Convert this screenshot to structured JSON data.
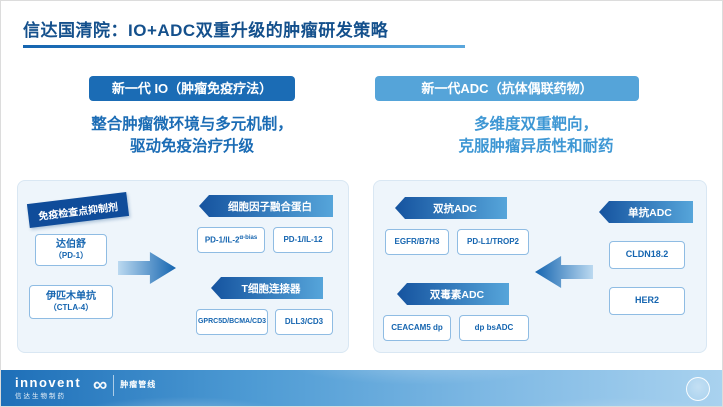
{
  "slide": {
    "title": "信达国清院：IO+ADC双重升级的肿瘤研发策略"
  },
  "io": {
    "header": "新一代 IO（肿瘤免疫疗法）",
    "subtitle1": "整合肿瘤微环境与多元机制，",
    "subtitle2": "驱动免疫治疗升级",
    "checkpoint_label": "免疫检查点抑制剂",
    "drug1_name": "达伯舒",
    "drug1_target": "（PD-1）",
    "drug2_name": "伊匹木单抗",
    "drug2_target": "（CTLA-4）",
    "cytokine_label": "细胞因子融合蛋白",
    "cytokine1_main": "PD-1/IL-2",
    "cytokine1_sup": "α-bias",
    "cytokine2": "PD-1/IL-12",
    "tcell_label": "T细胞连接器",
    "tcell1": "GPRC5D/BCMA/CD3",
    "tcell2": "DLL3/CD3"
  },
  "adc": {
    "header": "新一代ADC（抗体偶联药物）",
    "subtitle1": "多维度双重靶向，",
    "subtitle2": "克服肿瘤异质性和耐药",
    "bispecific_label": "双抗ADC",
    "bispecific1": "EGFR/B7H3",
    "bispecific2": "PD-L1/TROP2",
    "dualtoxin_label": "双毒素ADC",
    "dualtoxin1": "CEACAM5 dp",
    "dualtoxin2": "dp bsADC",
    "mono_label": "单抗ADC",
    "mono1": "CLDN18.2",
    "mono2": "HER2"
  },
  "footer": {
    "brand": "innovent",
    "brand_sub": "信达生物制药",
    "pipeline": "肿瘤管线",
    "infinity_glyph": "∞"
  },
  "colors": {
    "title_blue": "#14508C",
    "primary_blue": "#1B6CB5",
    "light_blue": "#55A4D9",
    "panel_bg": "#EEF5FB",
    "dark_label": "#0F4C9A"
  }
}
